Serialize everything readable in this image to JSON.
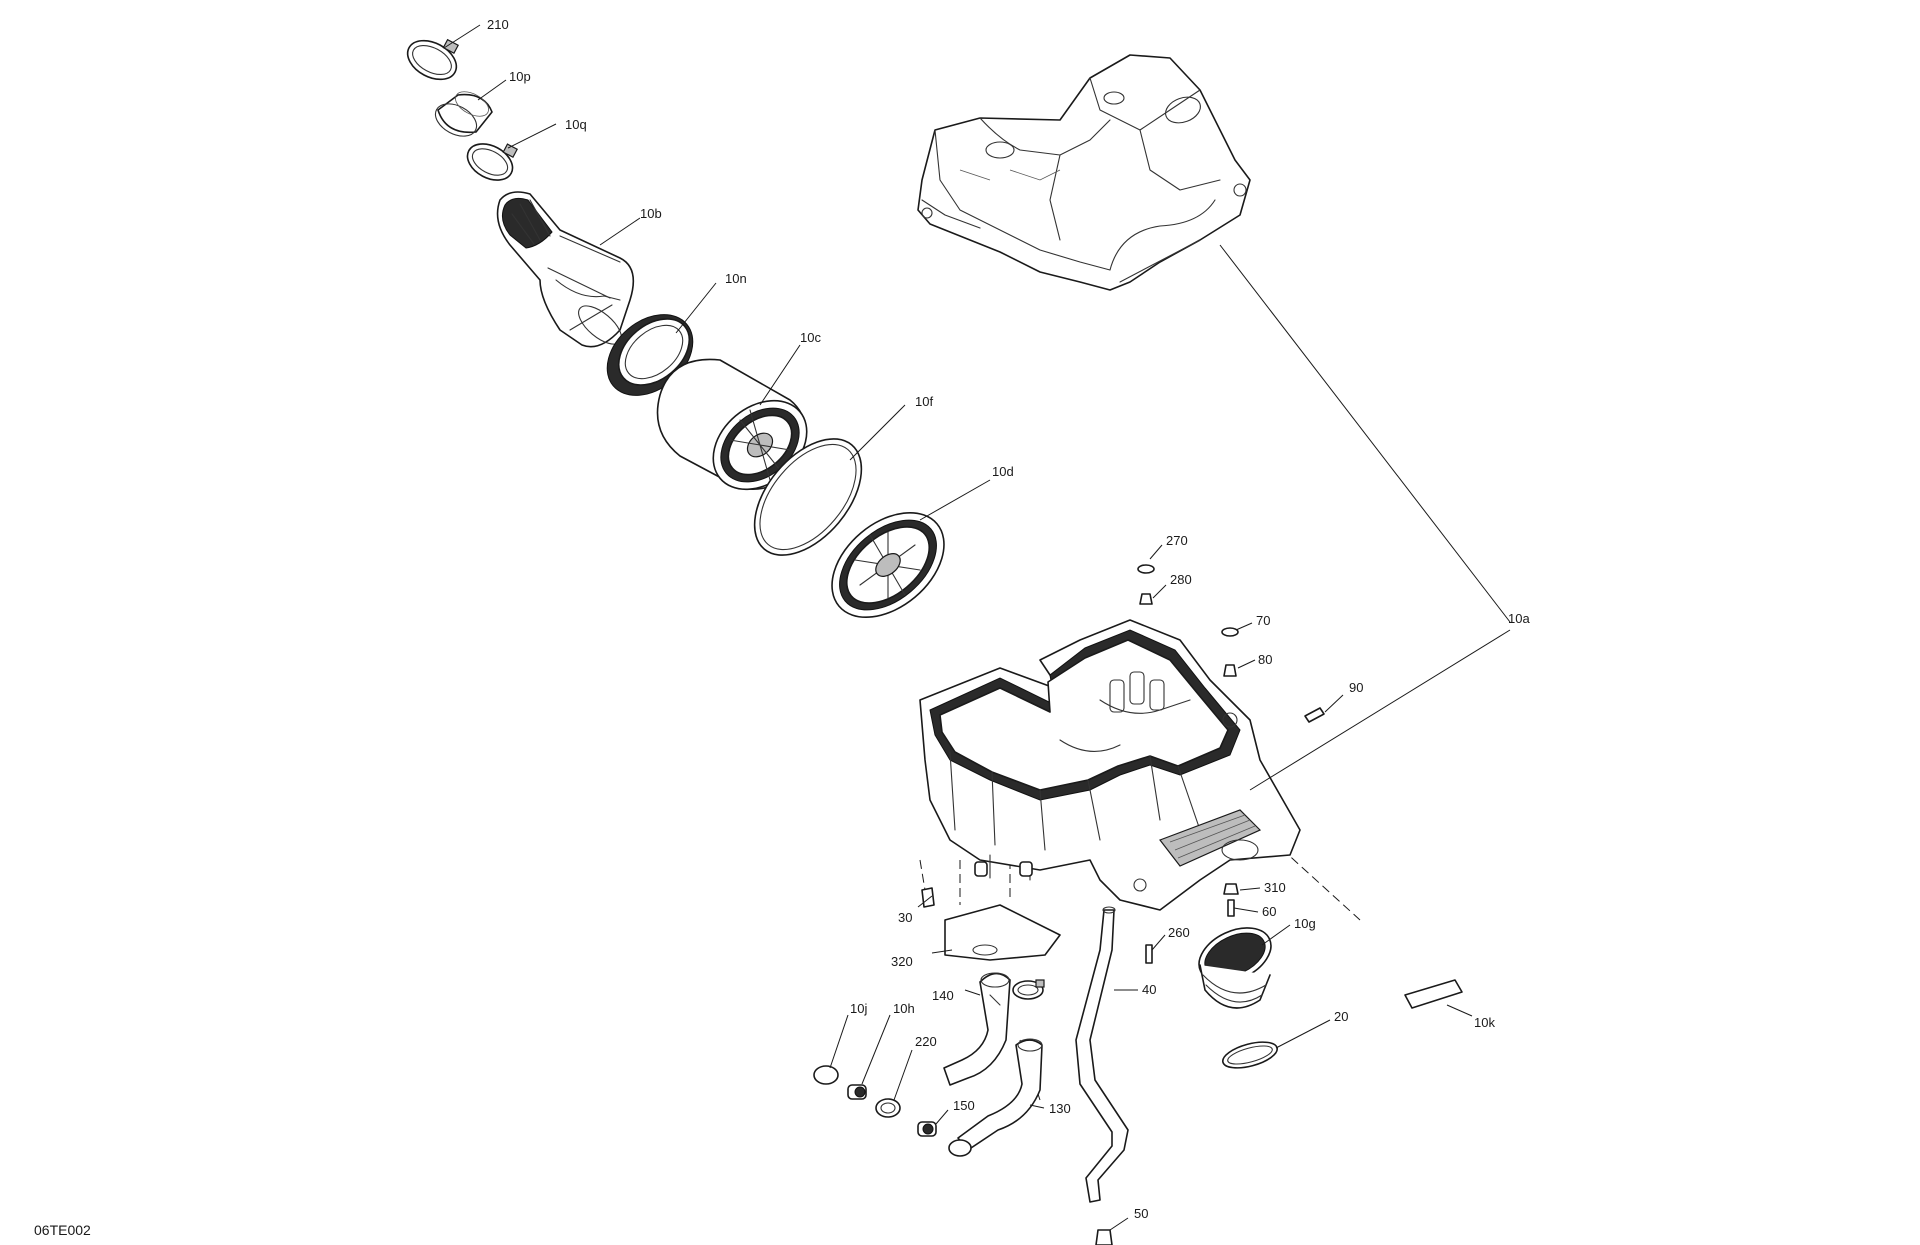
{
  "figure_reference": "06TE002",
  "callouts": {
    "c210": "210",
    "c10p": "10p",
    "c10q": "10q",
    "c10b": "10b",
    "c10n": "10n",
    "c10c": "10c",
    "c10f": "10f",
    "c10d": "10d",
    "c270": "270",
    "c280": "280",
    "c70": "70",
    "c80": "80",
    "c90": "90",
    "c10a": "10a",
    "c310": "310",
    "c60": "60",
    "c10g": "10g",
    "c260": "260",
    "c30": "30",
    "c320": "320",
    "c40": "40",
    "c10k": "10k",
    "c140": "140",
    "c10j": "10j",
    "c10h": "10h",
    "c220": "220",
    "c20": "20",
    "c150": "150",
    "c130": "130",
    "c50": "50"
  },
  "colors": {
    "line": "#1a1a1a",
    "background": "#ffffff"
  }
}
